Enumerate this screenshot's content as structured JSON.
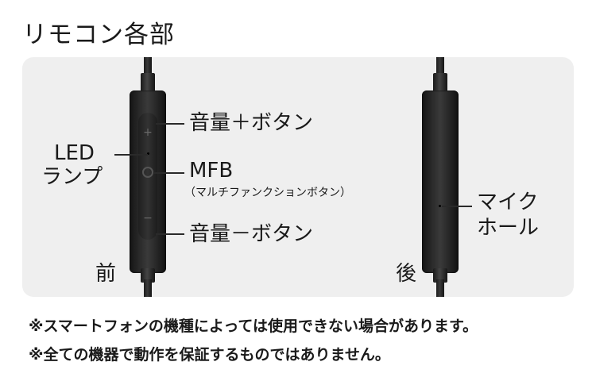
{
  "title": "リモコン各部",
  "labels": {
    "volume_up": "音量＋ボタン",
    "led_line1": "LED",
    "led_line2": "ランプ",
    "mfb": "MFB",
    "mfb_sub": "（マルチファンクションボタン）",
    "volume_down": "音量－ボタン",
    "mic_line1": "マイク",
    "mic_line2": "ホール",
    "front": "前",
    "back": "後"
  },
  "glyphs": {
    "plus": "+",
    "minus": "−"
  },
  "notes": [
    "※スマートフォンの機種によっては使用できない場合があります。",
    "※全ての機器で動作を保証するものではありません。"
  ]
}
